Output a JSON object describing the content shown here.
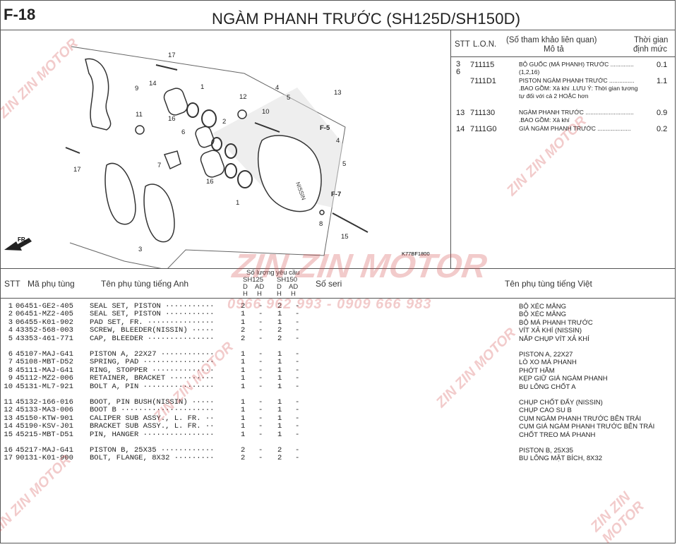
{
  "header": {
    "code": "F-18",
    "title": "NGÀM PHANH TRƯỚC (SH125D/SH150D)"
  },
  "diagram": {
    "code": "K77BF1800",
    "arrow_label": "FR.",
    "callouts": [
      "17",
      "9",
      "14",
      "1",
      "12",
      "4",
      "5",
      "13",
      "16",
      "11",
      "6",
      "2",
      "10",
      "F-5",
      "4",
      "5",
      "7",
      "16",
      "F-7",
      "1",
      "8",
      "15",
      "17",
      "3"
    ]
  },
  "ref_table": {
    "headers": {
      "stt": "STT",
      "lon": "L.O.N.",
      "desc_line1": "(Số tham khảo liên quan)",
      "desc_line2": "Mô tả",
      "time_line1": "Thời gian",
      "time_line2": "định mức"
    },
    "rows": [
      {
        "stt": "3\n6",
        "lon": "711115",
        "desc": "BỘ GUỐC (MÁ PHANH) TRƯỚC .............. (1,2,16)",
        "time": "0.1"
      },
      {
        "stt": "",
        "lon": "7111D1",
        "desc": "PISTON NGÀM PHANH TRƯỚC ............... .BAO GỒM: Xả khí .LƯU Ý: Thời gian tương tự đối với cả 2 HOẶC hơn",
        "time": "1.1"
      },
      {
        "stt": "13",
        "lon": "711130",
        "desc": "NGÀM PHANH TRƯỚC ............................. .BAO GỒM: Xả khí",
        "time": "0.9"
      },
      {
        "stt": "14",
        "lon": "7111G0",
        "desc": "GIÁ NGÀM PHANH TRƯỚC ....................",
        "time": "0.2"
      }
    ]
  },
  "parts_header": {
    "stt": "STT",
    "part_no": "Mã phụ tùng",
    "name_en": "Tên phụ tùng tiếng Anh",
    "qty_label": "Số lượng yêu cầu",
    "sh125": "SH125",
    "sh150": "SH150",
    "d": "D",
    "ad": "AD",
    "h": "H",
    "serial": "Số seri",
    "name_vi": "Tên phụ tùng tiếng Việt"
  },
  "parts": [
    {
      "no": "1",
      "code": "06451-GE2-405",
      "en": "SEAL SET, PISTON ···········",
      "q1": "2",
      "q2": "-",
      "q3": "2",
      "q4": "-",
      "vi": "BỘ XÉC MĂNG"
    },
    {
      "no": "2",
      "code": "06451-MZ2-405",
      "en": "SEAL SET, PISTON ···········",
      "q1": "1",
      "q2": "-",
      "q3": "1",
      "q4": "-",
      "vi": "BỘ XÉC MĂNG"
    },
    {
      "no": "3",
      "code": "06455-K01-902",
      "en": "PAD SET, FR. ···············",
      "q1": "1",
      "q2": "-",
      "q3": "1",
      "q4": "-",
      "vi": "BỘ MÁ PHANH TRƯỚC"
    },
    {
      "no": "4",
      "code": "43352-568-003",
      "en": "SCREW, BLEEDER(NISSIN) ·····",
      "q1": "2",
      "q2": "-",
      "q3": "2",
      "q4": "-",
      "vi": "VÍT XẢ KHÍ (NISSIN)"
    },
    {
      "no": "5",
      "code": "43353-461-771",
      "en": "CAP, BLEEDER ···············",
      "q1": "2",
      "q2": "-",
      "q3": "2",
      "q4": "-",
      "vi": "NẮP CHỤP VÍT XẢ KHÍ"
    },
    {
      "no": "6",
      "code": "45107-MAJ-G41",
      "en": "PISTON A, 22X27 ············",
      "q1": "1",
      "q2": "-",
      "q3": "1",
      "q4": "-",
      "vi": "PISTON A, 22X27"
    },
    {
      "no": "7",
      "code": "45108-MBT-D52",
      "en": "SPRING, PAD ················",
      "q1": "1",
      "q2": "-",
      "q3": "1",
      "q4": "-",
      "vi": "LÒ XO MÁ PHANH"
    },
    {
      "no": "8",
      "code": "45111-MAJ-G41",
      "en": "RING, STOPPER ··············",
      "q1": "1",
      "q2": "-",
      "q3": "1",
      "q4": "-",
      "vi": "PHỚT HÃM"
    },
    {
      "no": "9",
      "code": "45112-MZ2-006",
      "en": "RETAINER, BRACKET ··········",
      "q1": "1",
      "q2": "-",
      "q3": "1",
      "q4": "-",
      "vi": "KẸP GIỮ GIÁ NGÀM PHANH"
    },
    {
      "no": "10",
      "code": "45131-ML7-921",
      "en": "BOLT A, PIN ················",
      "q1": "1",
      "q2": "-",
      "q3": "1",
      "q4": "-",
      "vi": "BU LÔNG CHỐT A"
    },
    {
      "no": "11",
      "code": "45132-166-016",
      "en": "BOOT, PIN BUSH(NISSIN) ·····",
      "q1": "1",
      "q2": "-",
      "q3": "1",
      "q4": "-",
      "vi": "CHỤP CHỐT ĐẨY (NISSIN)"
    },
    {
      "no": "12",
      "code": "45133-MA3-006",
      "en": "BOOT B ·····················",
      "q1": "1",
      "q2": "-",
      "q3": "1",
      "q4": "-",
      "vi": "CHỤP CAO SU B"
    },
    {
      "no": "13",
      "code": "45150-KTW-901",
      "en": "CALIPER SUB ASSY., L. FR. ··",
      "q1": "1",
      "q2": "-",
      "q3": "1",
      "q4": "-",
      "vi": "CỤM NGÀM PHANH TRƯỚC BÊN TRÁI"
    },
    {
      "no": "14",
      "code": "45190-KSV-J01",
      "en": "BRACKET SUB ASSY., L. FR. ··",
      "q1": "1",
      "q2": "-",
      "q3": "1",
      "q4": "-",
      "vi": "CỤM GIÁ NGÀM PHANH TRƯỚC BÊN TRÁI"
    },
    {
      "no": "15",
      "code": "45215-MBT-D51",
      "en": "PIN, HANGER ················",
      "q1": "1",
      "q2": "-",
      "q3": "1",
      "q4": "-",
      "vi": "CHỐT TREO MÁ PHANH"
    },
    {
      "no": "16",
      "code": "45217-MAJ-G41",
      "en": "PISTON B, 25X35 ············",
      "q1": "2",
      "q2": "-",
      "q3": "2",
      "q4": "-",
      "vi": "PISTON B, 25X35"
    },
    {
      "no": "17",
      "code": "90131-K01-900",
      "en": "BOLT, FLANGE, 8X32 ·········",
      "q1": "2",
      "q2": "-",
      "q3": "2",
      "q4": "-",
      "vi": "BU LÔNG MẶT BÍCH, 8X32"
    }
  ],
  "watermark": {
    "brand": "ZIN ZIN MOTOR",
    "phones": "0966 962 993 - 0909 666 983"
  }
}
